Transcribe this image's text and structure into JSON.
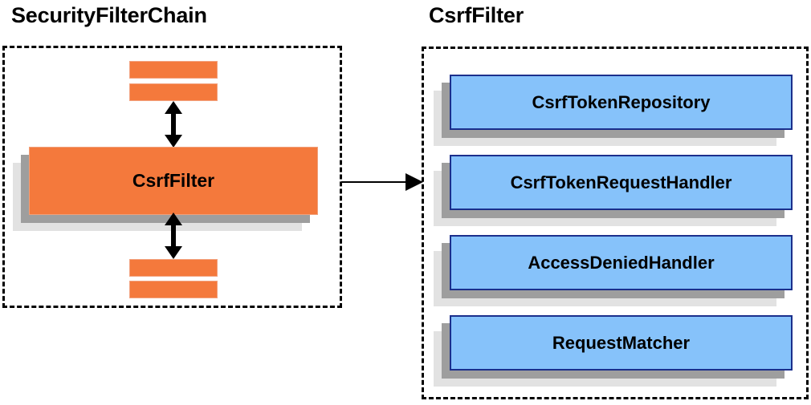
{
  "diagram": {
    "title_left": "SecurityFilterChain",
    "title_right": "CsrfFilter",
    "colors": {
      "orange_fill": "#F4793C",
      "orange_border": "#F0A07A",
      "blue_fill": "#86C2FA",
      "blue_border": "#1B2F8C",
      "shadow_dark": "#9E9E9E",
      "shadow_light": "#E2E2E2",
      "panel_border": "#000000",
      "arrow": "#000000",
      "background": "#FFFFFF"
    }
  },
  "left_panel": {
    "filter_label": "CsrfFilter",
    "top_bars": [
      "",
      ""
    ],
    "bottom_bars": [
      "",
      ""
    ],
    "arrows": [
      "double-vertical-top",
      "double-vertical-bottom"
    ]
  },
  "right_panel": {
    "collaborators": [
      {
        "label": "CsrfTokenRepository"
      },
      {
        "label": "CsrfTokenRequestHandler"
      },
      {
        "label": "AccessDeniedHandler"
      },
      {
        "label": "RequestMatcher"
      }
    ]
  },
  "connector": {
    "kind": "arrow-right",
    "from": "SecurityFilterChain.CsrfFilter",
    "to": "CsrfFilter panel"
  }
}
